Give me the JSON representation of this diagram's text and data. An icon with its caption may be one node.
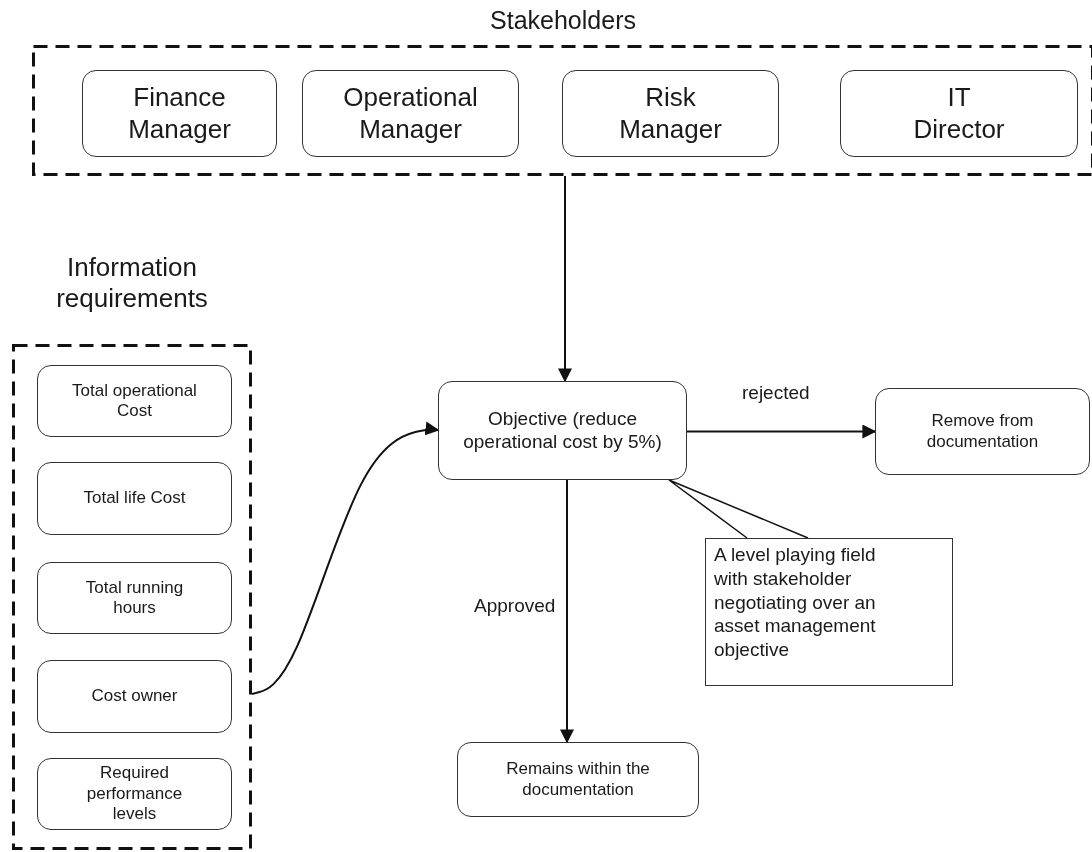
{
  "diagram": {
    "nodes": [
      {
        "text": [
          "Stakeholders"
        ]
      },
      {
        "text": [
          "Finance Manager"
        ],
        "in": 0
      },
      {
        "text": [
          "Operational Manager"
        ],
        "in": 0
      },
      {
        "text": [
          "Risk Manager"
        ],
        "in": 0
      },
      {
        "text": [
          "IT Director"
        ],
        "in": 0
      },
      {
        "text": [
          "Information requirements"
        ]
      },
      {
        "text": [
          "Total operational Cost"
        ],
        "in": 5
      },
      {
        "text": [
          "Total life Cost"
        ],
        "in": 5
      },
      {
        "text": [
          "Total running hours"
        ],
        "in": 5
      },
      {
        "text": [
          "Cost owner"
        ],
        "in": 5
      },
      {
        "text": [
          "Required performance levels"
        ],
        "in": 5
      },
      {
        "text": [
          "Objective (reduce operational cost by 5%)"
        ]
      },
      {
        "text": [
          "Remove from documentation"
        ]
      },
      {
        "text": [
          "Remains within the documentation"
        ]
      },
      {
        "text": [
          "A level playing field with stakeholder negotiating over an asset management objective"
        ]
      }
    ],
    "edges": [
      {
        "from": 0,
        "to": 11,
        "arrow": "to"
      },
      {
        "from": 5,
        "to": 11,
        "arrow": "to"
      },
      {
        "from": 11,
        "to": 12,
        "arrow": "to",
        "label": "rejected"
      },
      {
        "from": 11,
        "to": 13,
        "arrow": "to",
        "label": "Approved"
      },
      {
        "from": 14,
        "to": 11,
        "arrow": "none"
      }
    ]
  }
}
